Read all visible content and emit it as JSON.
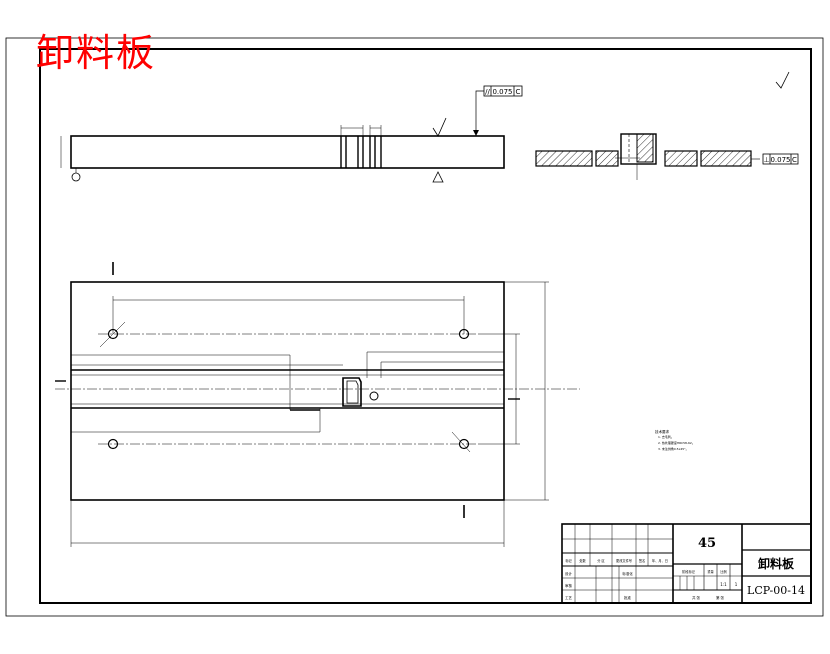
{
  "stamp_title": "卸料板",
  "tolerance_frames": [
    {
      "symbol": "//",
      "value": "0.075",
      "datum": "C"
    },
    {
      "symbol": "⊥",
      "value": "0.075",
      "datum": "C"
    }
  ],
  "notes": {
    "title": "技术要求",
    "lines": [
      "1. 去毛刺。",
      "2. 热处理硬度HRC58-62。",
      "3. 未注倒角0.5x45°。"
    ]
  },
  "title_block": {
    "material": "45",
    "part_name": "卸料板",
    "drawing_number": "LCP-00-14",
    "scale": "1:1",
    "quantity": "1",
    "sheet_total": "共 张",
    "sheet_index": "第 张",
    "revision_headers": [
      "标记",
      "处数",
      "分 区",
      "更改文件号",
      "签名",
      "年、月、日"
    ],
    "role_labels": [
      "设计",
      "审核",
      "工艺"
    ],
    "extra_labels": [
      "标准化",
      "批准"
    ],
    "stage_headers": [
      "阶段标记",
      "重量",
      "比例"
    ]
  },
  "colors": {
    "line": "#000000",
    "stamp": "#ff0000",
    "paper": "#ffffff"
  }
}
